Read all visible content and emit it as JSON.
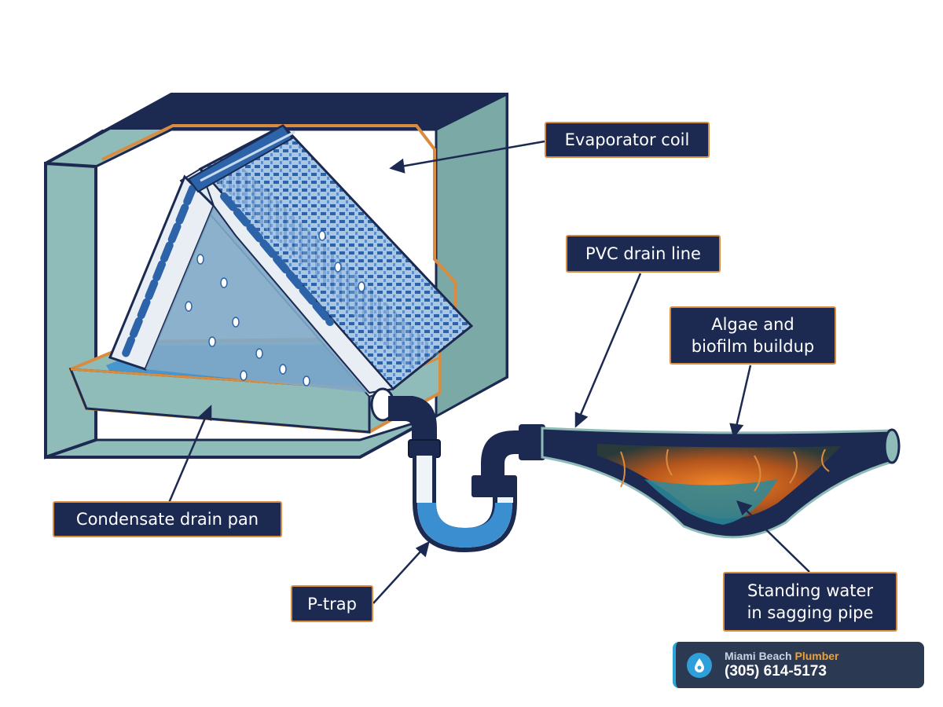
{
  "labels": {
    "evaporator_coil": "Evaporator coil",
    "pvc_drain_line": "PVC drain line",
    "algae_line1": "Algae and",
    "algae_line2": "biofilm buildup",
    "condensate_drain_pan": "Condensate drain pan",
    "p_trap": "P-trap",
    "standing_line1": "Standing water",
    "standing_line2": "in sagging pipe"
  },
  "brand": {
    "name_prefix": "Miami Beach ",
    "name_accent": "Plumber",
    "phone": "(305) 614-5173",
    "icon": "water-drop-icon"
  },
  "colors": {
    "navy": "#1c2a52",
    "orange_accent": "#d98c3f",
    "teal": "#8fbcb8",
    "water_blue": "#3b8fd0",
    "brand_blue": "#2e9fd8"
  }
}
